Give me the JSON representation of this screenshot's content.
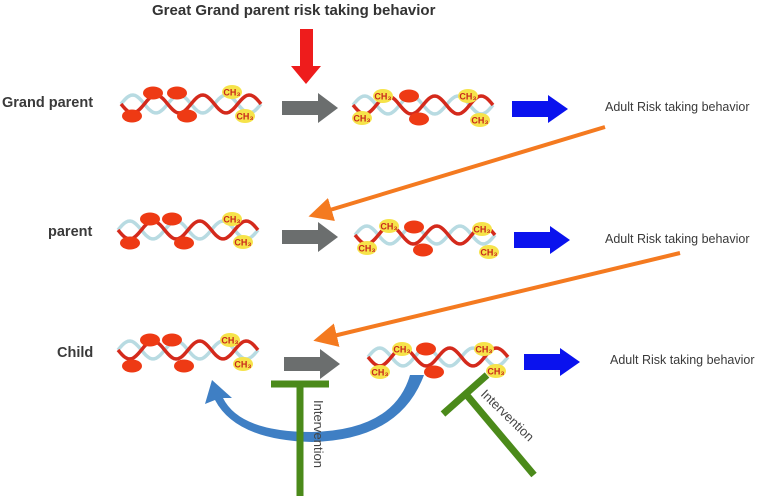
{
  "title": "Great Grand parent risk taking behavior",
  "generations": [
    {
      "label": "Grand parent",
      "outcome": "Adult Risk taking behavior"
    },
    {
      "label": "parent",
      "outcome": "Adult Risk taking behavior"
    },
    {
      "label": "Child",
      "outcome": "Adult Risk taking behavior"
    }
  ],
  "methyl_mark": "CH₃",
  "interventions": [
    "Intervention",
    "Intervention"
  ],
  "colors": {
    "strand_a": "#d42a1c",
    "strand_b": "#b8dbe2",
    "histone": "#ee3a14",
    "methyl_fill": "#f6e34a",
    "stress_arrow": "#ee1c1c",
    "progression_arrow": "#6b6e6e",
    "outcome_arrow": "#0a12ee",
    "inheritance_arrow": "#f47a20",
    "feedback_arrow": "#3f7fc4",
    "intervention": "#4b8a1a"
  }
}
